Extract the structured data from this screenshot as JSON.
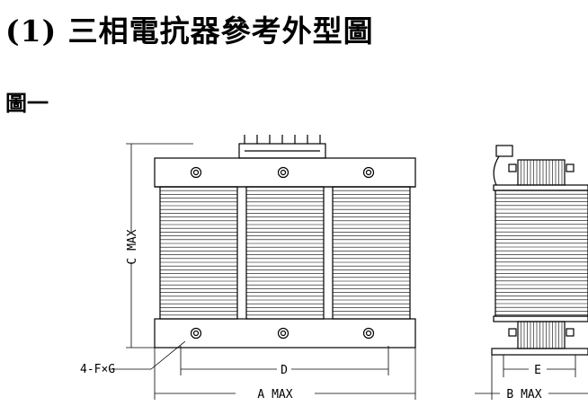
{
  "heading": {
    "title": "(1) 三相電抗器參考外型圖",
    "figure_label": "圖一"
  },
  "dimensions": {
    "height": "C MAX",
    "width": "A MAX",
    "mount_spacing": "D",
    "holes": "4-F×G",
    "side_width": "B MAX",
    "side_spacing": "E"
  },
  "colors": {
    "line": "#000000",
    "background": "#ffffff"
  }
}
